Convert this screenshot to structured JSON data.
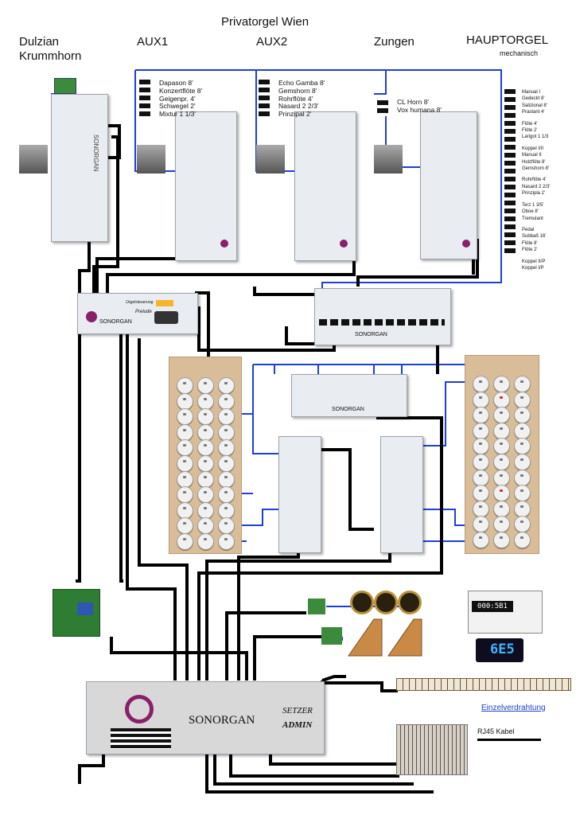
{
  "title": "Privatorgel Wien",
  "divisions": {
    "dulzian": "Dulzian\nKrummhorn",
    "aux1": "AUX1",
    "aux2": "AUX2",
    "zungen": "Zungen",
    "hauptorgel": "HAUPTORGEL",
    "hauptorgel_sub": "mechanisch"
  },
  "stops": {
    "aux1": [
      "Dapason 8'",
      "Konzertflöte 8'",
      "Geigenpr. 4'",
      "Schwegel 2'",
      "Mixtur 1 1/3'"
    ],
    "aux2": [
      "Echo Gamba 8'",
      "Gemshorn 8'",
      "Rohrflöte 4'",
      "Nasard 2 2/3'",
      "Prinzipal 2'"
    ],
    "zungen": [
      "CL Horn 8'",
      "Vox humana 8'"
    ],
    "hauptorgel": [
      [
        "Manual I",
        "Gedeckt 8'",
        "Salizional 8'",
        "Prastant 4'"
      ],
      [
        "Flöte 4'",
        "Flöte 2'",
        "Larigot 1 1/3"
      ],
      [
        "Koppel I/II",
        "Manual II",
        "Holzflöte 8'",
        "Gemshorn 8'"
      ],
      [
        "Rohrflöte 4'",
        "Nasard 2 2/3'",
        "Prinzipla 2'"
      ],
      [
        "Terz 1 3/5'",
        "Oboe 8'",
        "Tremulant"
      ],
      [
        "Pedal",
        "Subbaß 16'",
        "Flöte 8'",
        "Flöte 2'"
      ],
      [
        "Koppel II/P",
        "Koppel I/P"
      ]
    ]
  },
  "brand": "SONORGAN",
  "setzer": "SETZER",
  "admin": "ADMIN",
  "organ_controller_label": "Orgelsteuerung",
  "organ_controller_model": "Prelude",
  "display_value": "000:5B1",
  "led_value": "6E5",
  "legend": {
    "single": "Einzelverdrahtung",
    "rj45": "RJ45 Kabel"
  },
  "colors": {
    "single_wire": "#1f3fd6",
    "rj45": "#000000",
    "panel": "#d9bd98",
    "board": "#e9edf1",
    "brand": "#8a1f6a"
  }
}
